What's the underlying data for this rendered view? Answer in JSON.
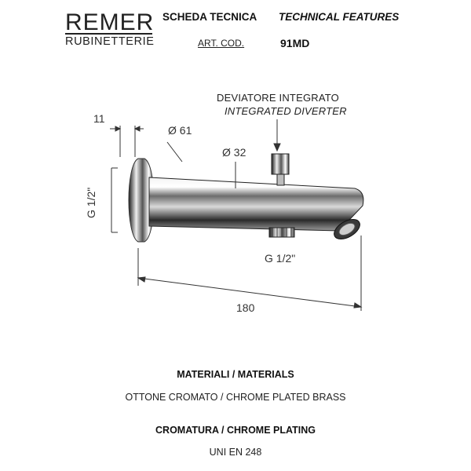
{
  "header": {
    "brand": "REMER",
    "brand_sub": "RUBINETTERIE",
    "title_it": "SCHEDA TECNICA",
    "title_en": "TECHNICAL FEATURES",
    "art_label": "ART. COD.",
    "art_code": "91MD"
  },
  "drawing": {
    "diverter_it": "DEVIATORE INTEGRATO",
    "diverter_en": "INTEGRATED DIVERTER",
    "dim_11": "11",
    "dim_d61": "Ø 61",
    "dim_d32": "Ø 32",
    "thread_left": "G 1/2\"",
    "thread_bottom": "G 1/2\"",
    "dim_180": "180"
  },
  "specs": {
    "materials_title": "MATERIALI / MATERIALS",
    "materials_value": "OTTONE CROMATO / CHROME PLATED BRASS",
    "plating_title": "CROMATURA / CHROME PLATING",
    "plating_value": "UNI EN 248"
  }
}
